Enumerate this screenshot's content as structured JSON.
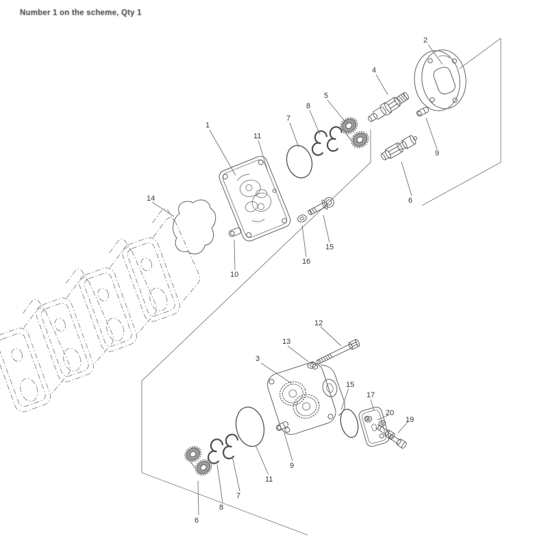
{
  "page": {
    "title_note": "Number 1 on the scheme, Qty 1",
    "background": "#ffffff"
  },
  "diagram": {
    "type": "exploded-parts-diagram",
    "subject": "Triple hydraulic gear pump exploded view with numbered part callouts",
    "colors": {
      "line": "#5f5f5f",
      "phantom_line": "#8d8d8d",
      "label": "#383838",
      "gear_shade": "#9b9b9b"
    },
    "callouts": [
      "1",
      "11",
      "7",
      "8",
      "5",
      "4",
      "2",
      "9",
      "6",
      "14",
      "10",
      "16",
      "15",
      "12",
      "13",
      "3",
      "15",
      "17",
      "20",
      "19",
      "9",
      "11",
      "7",
      "8",
      "6"
    ]
  }
}
